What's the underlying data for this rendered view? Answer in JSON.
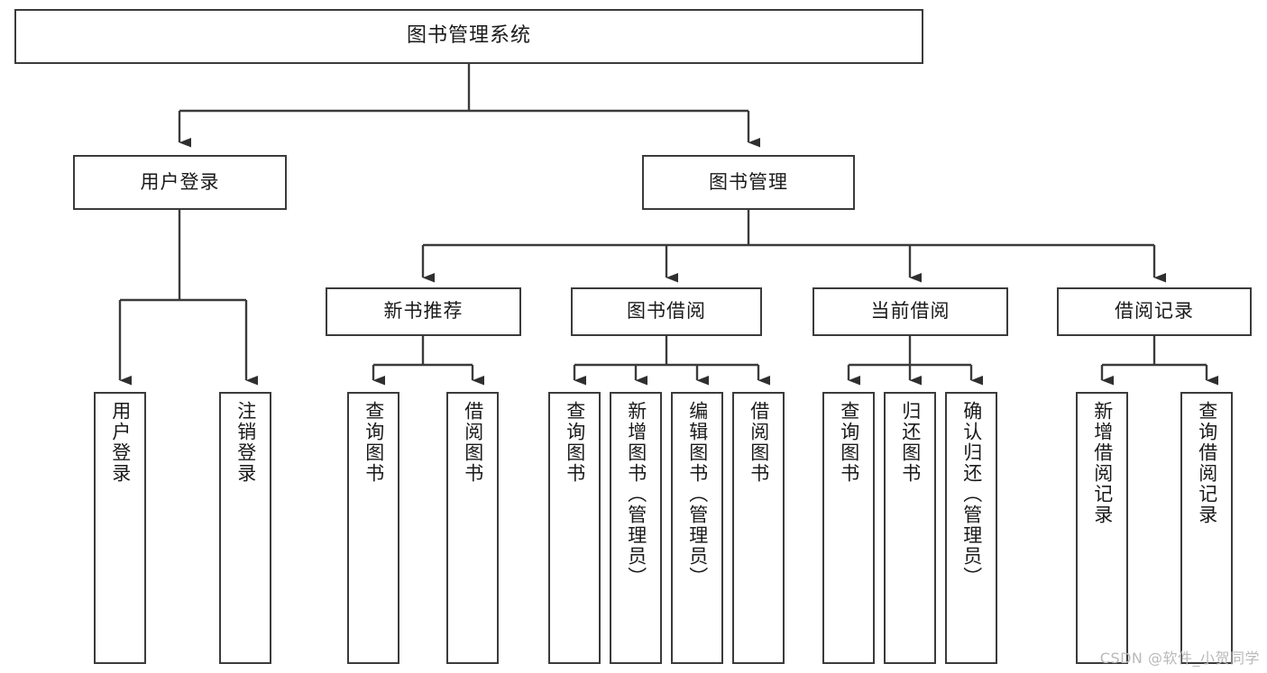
{
  "diagram": {
    "title": "图书管理系统",
    "type": "tree-hierarchy-chart",
    "watermark": "CSDN @软件_小贺同学",
    "colors": {
      "border": "#3b3b3b",
      "node_fill": "#ffffff",
      "edge": "#3b3b3b",
      "text": "#1a1a1a",
      "watermark": "#b9b9b9",
      "background": "#ffffff"
    },
    "root": {
      "label": "图书管理系统"
    },
    "level1": [
      {
        "label": "用户登录"
      },
      {
        "label": "图书管理"
      }
    ],
    "level2": [
      {
        "label": "新书推荐"
      },
      {
        "label": "图书借阅"
      },
      {
        "label": "当前借阅"
      },
      {
        "label": "借阅记录"
      }
    ],
    "leaves": {
      "user_login": [
        {
          "label": "用户登录"
        },
        {
          "label": "注销登录"
        }
      ],
      "new_book_recommend": [
        {
          "label": "查询图书"
        },
        {
          "label": "借阅图书"
        }
      ],
      "book_borrow": [
        {
          "label": "查询图书"
        },
        {
          "label": "新增图书（管理员）"
        },
        {
          "label": "编辑图书（管理员）"
        },
        {
          "label": "借阅图书"
        }
      ],
      "current_borrow": [
        {
          "label": "查询图书"
        },
        {
          "label": "归还图书"
        },
        {
          "label": "确认归还（管理员）"
        }
      ],
      "borrow_record": [
        {
          "label": "新增借阅记录"
        },
        {
          "label": "查询借阅记录"
        }
      ]
    }
  }
}
